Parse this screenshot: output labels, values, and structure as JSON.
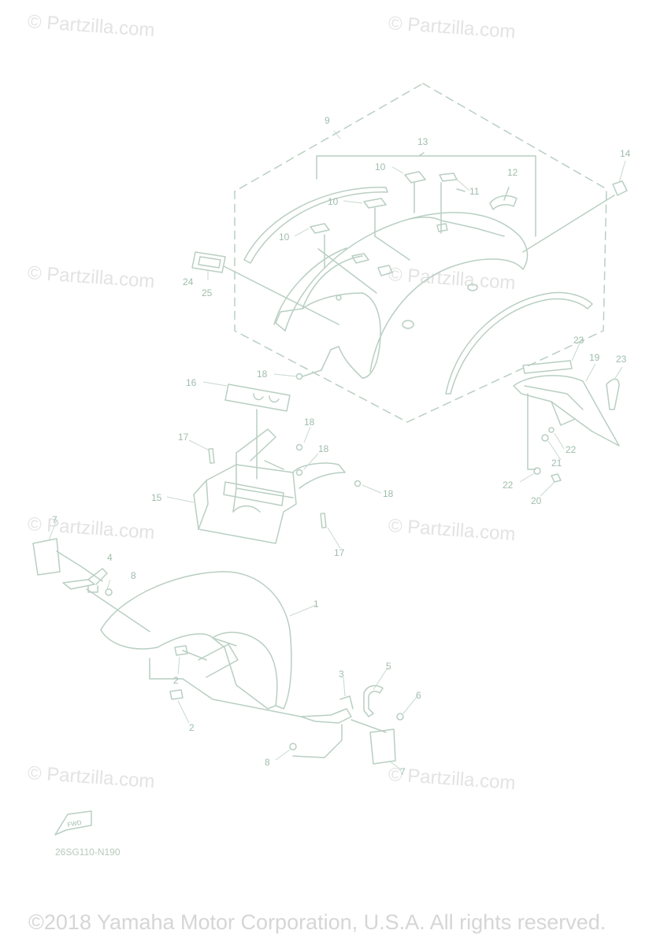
{
  "watermark": "© Partzilla.com",
  "copyright": "©2018 Yamaha Motor Corporation, U.S.A. All rights reserved.",
  "diagram_code": "26SG110-N190",
  "fwd_label": "FWD",
  "callouts": {
    "c1": "1",
    "c2a": "2",
    "c2b": "2",
    "c3": "3",
    "c4": "4",
    "c5": "5",
    "c6": "6",
    "c7a": "7",
    "c7b": "7",
    "c8a": "8",
    "c8b": "8",
    "c9": "9",
    "c10a": "10",
    "c10b": "10",
    "c10c": "10",
    "c11": "11",
    "c12": "12",
    "c13": "13",
    "c14": "14",
    "c15": "15",
    "c16": "16",
    "c17a": "17",
    "c17b": "17",
    "c18a": "18",
    "c18b": "18",
    "c18c": "18",
    "c18d": "18",
    "c19": "19",
    "c20": "20",
    "c21": "21",
    "c22a": "22",
    "c22b": "22",
    "c23a": "23",
    "c23b": "23",
    "c24": "24",
    "c25": "25"
  },
  "colors": {
    "line": "#b9cfc2",
    "label": "#9fbdab",
    "watermark": "#e3e3e3",
    "copyright": "#d6d6d6"
  }
}
